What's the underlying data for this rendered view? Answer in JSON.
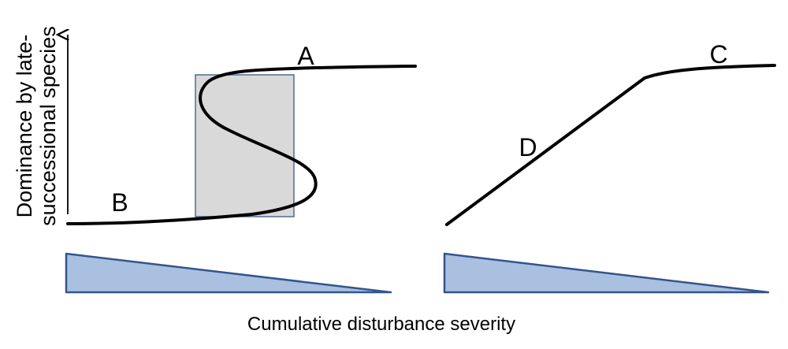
{
  "ylabel_line1": "Dominance by late-",
  "ylabel_line2": "successional species",
  "xlabel": "Cumulative disturbance severity",
  "curve_labels": {
    "a": "A",
    "b": "B",
    "c": "C",
    "d": "D"
  },
  "colors": {
    "curve": "#000000",
    "hysteresis_box_fill": "#d9d9d9",
    "hysteresis_box_stroke": "#4f6b96",
    "wedge_fill": "#a9c0e0",
    "wedge_stroke": "#34558b"
  }
}
